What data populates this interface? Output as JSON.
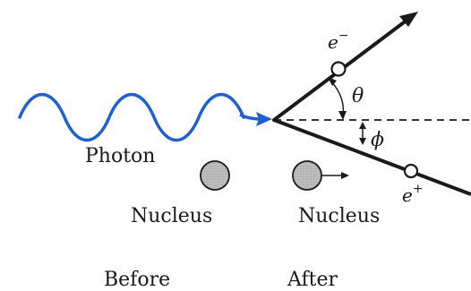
{
  "photon_label": "Photon",
  "nucleus_before_label": "Nucleus",
  "nucleus_after_label": "Nucleus",
  "before_label": "Before",
  "after_label": "After",
  "electron": {
    "symbol": "e",
    "charge": "−"
  },
  "positron": {
    "symbol": "e",
    "charge": "+"
  },
  "angle_electron": "θ",
  "angle_positron": "ϕ",
  "colors": {
    "photon_wave": "#1f5fd0",
    "lines": "#1a1a1a",
    "nucleus_fill": "#c8c8c8"
  }
}
